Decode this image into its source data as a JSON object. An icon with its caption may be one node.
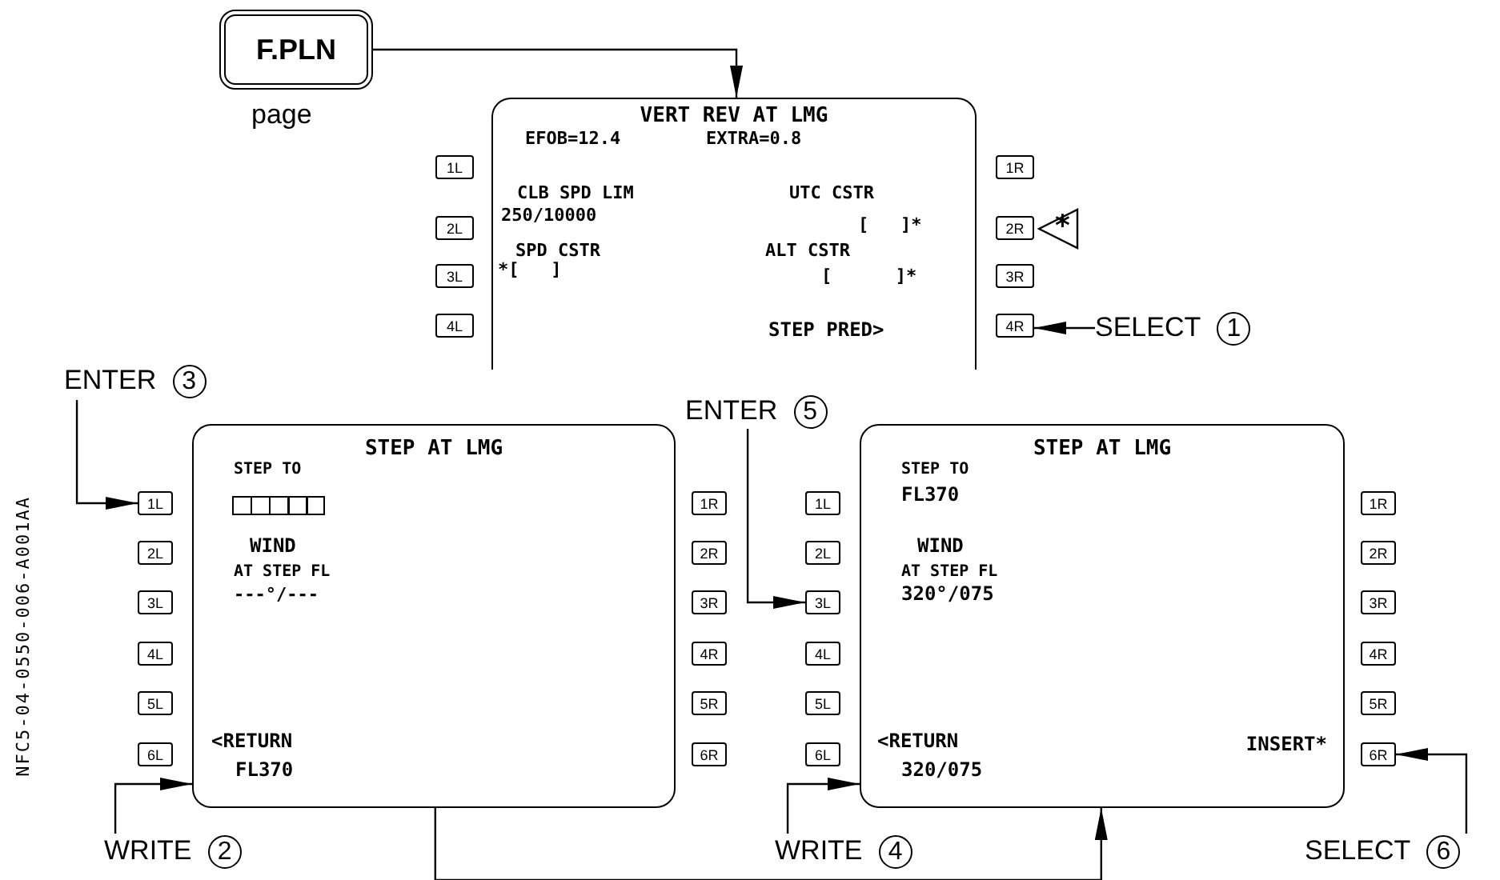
{
  "diagram": {
    "nodes": [
      {
        "text": [
          "F.PLN"
        ],
        "beside": [
          "page"
        ]
      },
      {
        "text": [
          "VERT REV AT LMG",
          "EFOB=12.4",
          "EXTRA=0.8",
          "CLB SPD LIM",
          "250/10000",
          "UTC CSTR",
          "[   ]*",
          "SPD CSTR",
          "*[   ]",
          "ALT CSTR",
          "[      ]*",
          "STEP PRED>"
        ]
      },
      {
        "text": [
          "1L"
        ]
      },
      {
        "text": [
          "2L"
        ]
      },
      {
        "text": [
          "3L"
        ]
      },
      {
        "text": [
          "4L"
        ]
      },
      {
        "text": [
          "1R"
        ]
      },
      {
        "text": [
          "2R"
        ]
      },
      {
        "text": [
          "3R"
        ]
      },
      {
        "text": [
          "4R"
        ]
      },
      {
        "text": [
          "*"
        ]
      },
      {
        "text": [
          "SELECT",
          "1"
        ]
      },
      {
        "text": [
          "ENTER",
          "3"
        ]
      },
      {
        "text": [
          "STEP AT LMG",
          "STEP TO",
          "WIND",
          "AT STEP FL",
          "---°/---",
          "<RETURN",
          "FL370"
        ]
      },
      {
        "text": [
          "1L"
        ]
      },
      {
        "text": [
          "2L"
        ]
      },
      {
        "text": [
          "3L"
        ]
      },
      {
        "text": [
          "4L"
        ]
      },
      {
        "text": [
          "5L"
        ]
      },
      {
        "text": [
          "6L"
        ]
      },
      {
        "text": [
          "1R"
        ]
      },
      {
        "text": [
          "2R"
        ]
      },
      {
        "text": [
          "3R"
        ]
      },
      {
        "text": [
          "4R"
        ]
      },
      {
        "text": [
          "5R"
        ]
      },
      {
        "text": [
          "6R"
        ]
      },
      {
        "text": [
          "WRITE",
          "2"
        ]
      },
      {
        "text": [
          "ENTER",
          "5"
        ]
      },
      {
        "text": [
          "STEP AT LMG",
          "STEP TO",
          "FL370",
          "WIND",
          "AT STEP FL",
          "320°/075",
          "<RETURN",
          "320/075",
          "INSERT*"
        ]
      },
      {
        "text": [
          "1L"
        ]
      },
      {
        "text": [
          "2L"
        ]
      },
      {
        "text": [
          "3L"
        ]
      },
      {
        "text": [
          "4L"
        ]
      },
      {
        "text": [
          "5L"
        ]
      },
      {
        "text": [
          "6L"
        ]
      },
      {
        "text": [
          "1R"
        ]
      },
      {
        "text": [
          "2R"
        ]
      },
      {
        "text": [
          "3R"
        ]
      },
      {
        "text": [
          "4R"
        ]
      },
      {
        "text": [
          "5R"
        ]
      },
      {
        "text": [
          "6R"
        ]
      },
      {
        "text": [
          "WRITE",
          "4"
        ]
      },
      {
        "text": [
          "SELECT",
          "6"
        ]
      }
    ],
    "edges": [
      {
        "from": 0,
        "to": 1,
        "arrow": "to"
      },
      {
        "from": 11,
        "to": 9,
        "arrow": "to"
      },
      {
        "from": 12,
        "to": 14,
        "arrow": "to"
      },
      {
        "from": 26,
        "to": 13,
        "arrow": "to"
      },
      {
        "from": 13,
        "to": 28,
        "arrow": "to"
      },
      {
        "from": 27,
        "to": 31,
        "arrow": "to"
      },
      {
        "from": 41,
        "to": 28,
        "arrow": "to"
      },
      {
        "from": 42,
        "to": 40,
        "arrow": "to"
      }
    ],
    "labels": [
      "NFC5-04-0550-006-A001AA"
    ]
  }
}
